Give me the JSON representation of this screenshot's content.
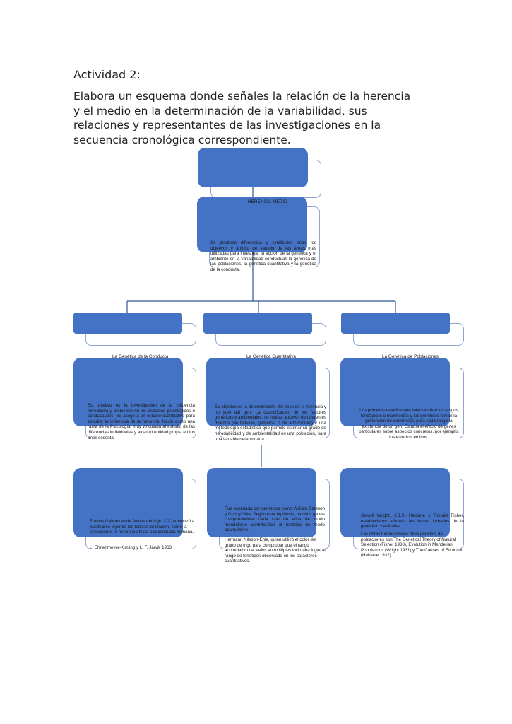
{
  "heading": "Actividad 2:",
  "instruction": "Elabora un esquema donde señales la relación de la herencia y el medio en la determinación de la variabilidad, sus relaciones y representantes de las investigaciones en la secuencia cronológica correspondiente.",
  "root": {
    "label": "HERENCIA-MEDIO",
    "text": "Se plantean diferencias y similitudes entre los objetivos y ámbito de estudio de las áreas más utilizadas para investigar la acción de la genética y el ambiente en la variabilidad conductual: la genética de las poblaciones, la genética cuantitativa y la genética de la conducta."
  },
  "branches": [
    {
      "label": "La Genética de la Conducta",
      "text": "Su objetivo es la investigación de la influencia hereditaria y ambiental en los aspectos psicológicos o conductuales. Se acoge a un estudio cuantitativo para estudiar la influencia de la herencia. Nació como una rama de la Psicología, muy vinculada al estudio de las diferencias individuales y alcanzó entidad propia en los años sesenta.",
      "researchers": "Francis Galton desde finales del siglo XIX, comenzó a plantearse leyendo las teorías de Darwin, sobre la evolución si la herencia afecta a la conducta humana.",
      "researchers_extra": "L. Ehrlenmeyer-Kimling y L. F. Jarvik 1963,"
    },
    {
      "label": "La Genética Cuantitativa",
      "text": "Su objetivo es la determinación del peso de la herencia y no solo del gen. La cuantificación de los factores genéticos y ambientales, se realiza a través de diferentes diseños (de familias, gemelos, o de adopciones) y una metodología estadística que permite estimar su grado de heredabilidad y de ambientalidad en una población, para una variable determinada.",
      "researchers": "Fue postulada por genéticos como William Bateson y Gudny Yule. Según esta hipótesis, muchos genes comportándose cada uno de ellos de modo mendeliano contribuirían al fenotipo de modo acumulativo.",
      "researchers_extra": "Hermann Nilsson-Ehle, quien utilizó el color del grano de trigo para comprobar que el rango acumulativo de alelos en múltiples loci daba lugar al rango de fenotipos observado en los caracteres cuantitativos."
    },
    {
      "label": "La Genética de Poblaciones",
      "text": "Los primeros estudios que relacionaban los rasgos fenotípicos o manifiestos y los genéticos tenían la pretensión de determinar, para cada rasgo la existencia de un gen. Estudia el efecto de genes particulares sobre aspectos concretos, por ejemplo, los estudios étnicos.",
      "researchers": "Sewall Wright, J.B.S. Haldane y Ronald Fisher, establecieron además las bases formales de la genética cuantitativa.",
      "researchers_extra": "Las obras fundacionales de la genética de poblaciones son The Genetical Theory of Natural Selection (Fisher 1930), Evolution in Mendelian Populations (Wright 1931) y The Causes of Evolution (Haldane 1932)."
    }
  ],
  "colors": {
    "box_fill": "#4472c4",
    "frame": "#8ea6d0",
    "connector": "#2f5597"
  }
}
